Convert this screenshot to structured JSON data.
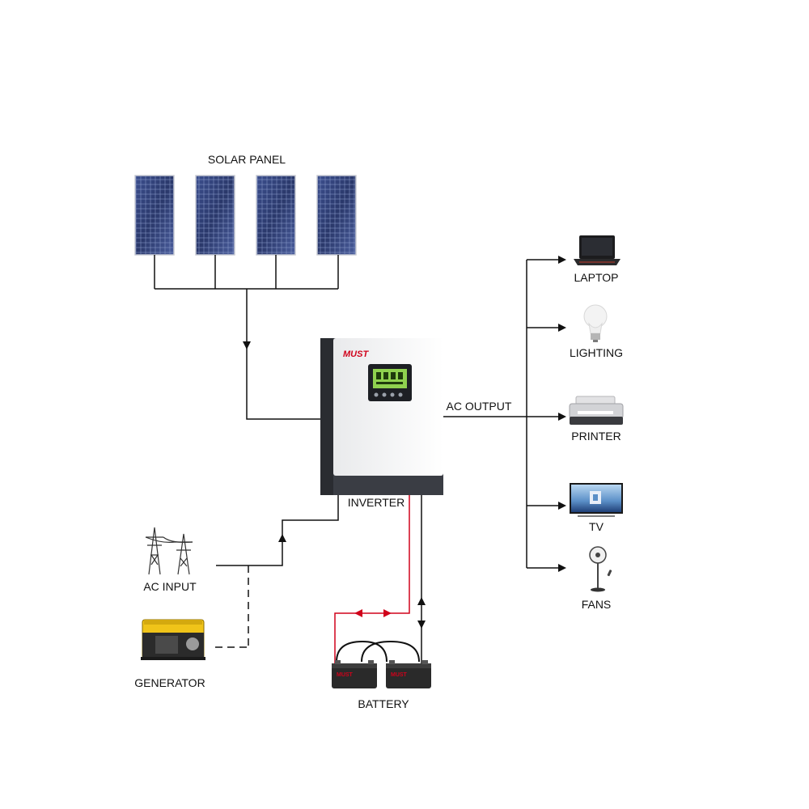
{
  "labels": {
    "solar_panel": "SOLAR PANEL",
    "laptop": "LAPTOP",
    "lighting": "LIGHTING",
    "ac_output": "AC OUTPUT",
    "printer": "PRINTER",
    "tv": "TV",
    "fans": "FANS",
    "inverter": "INVERTER",
    "ac_input": "AC INPUT",
    "generator": "GENERATOR",
    "battery": "BATTERY"
  },
  "logos": {
    "inverter_brand": "MUST",
    "battery_brand": "MUST"
  },
  "icons": {
    "solar_panel": "solar-panel-icon",
    "inverter": "inverter-icon",
    "laptop": "laptop-icon",
    "lighting": "light-bulb-icon",
    "printer": "printer-icon",
    "tv": "tv-icon",
    "fans": "fan-icon",
    "ac_input": "power-tower-icon",
    "generator": "generator-icon",
    "battery": "battery-icon"
  },
  "colors": {
    "wire": "#111111",
    "battery_wire": "#d0021b",
    "brand": "#d0021b",
    "panel_blue": "#2f3f73",
    "generator_yellow": "#f0c419",
    "lcd_green": "#7ed321"
  }
}
